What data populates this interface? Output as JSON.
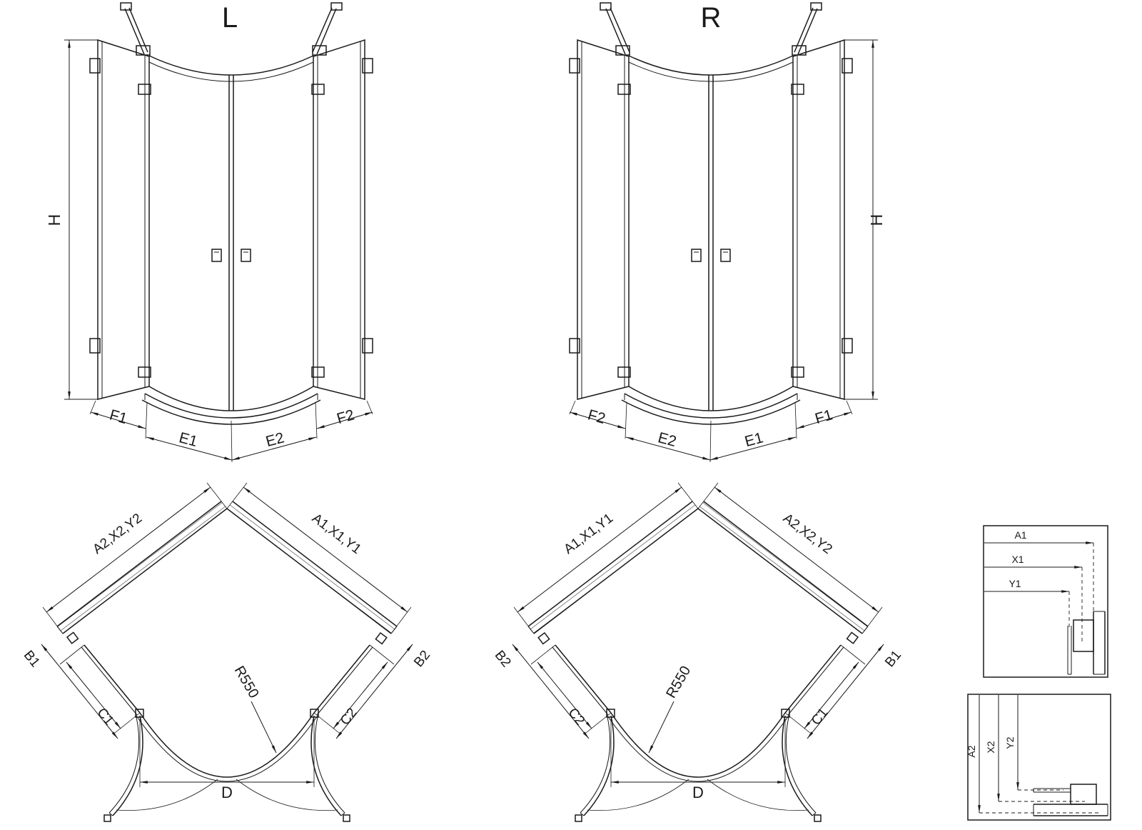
{
  "page": {
    "background": "#ffffff",
    "line_color": "#1a1a1a"
  },
  "views": {
    "front_left": {
      "title": "L",
      "height_label": "H",
      "bottom_labels": [
        "F1",
        "E1",
        "E2",
        "F2"
      ]
    },
    "front_right": {
      "title": "R",
      "height_label": "H",
      "bottom_labels": [
        "F2",
        "E2",
        "E1",
        "F1"
      ]
    },
    "plan_left": {
      "left_wall_label": "A2,X2,Y2",
      "right_wall_label": "A1,X1,Y1",
      "left_outer_label": "B1",
      "left_inner_label": "C1",
      "right_inner_label": "C2",
      "right_outer_label": "B2",
      "radius_label": "R550",
      "width_label": "D"
    },
    "plan_right": {
      "left_wall_label": "A1,X1,Y1",
      "right_wall_label": "A2,X2,Y2",
      "left_outer_label": "B2",
      "left_inner_label": "C2",
      "right_inner_label": "C1",
      "right_outer_label": "B1",
      "radius_label": "R550",
      "width_label": "D"
    },
    "detail_horizontal": {
      "labels": [
        "A1",
        "X1",
        "Y1"
      ]
    },
    "detail_vertical": {
      "labels": [
        "A2",
        "X2",
        "Y2"
      ]
    }
  }
}
